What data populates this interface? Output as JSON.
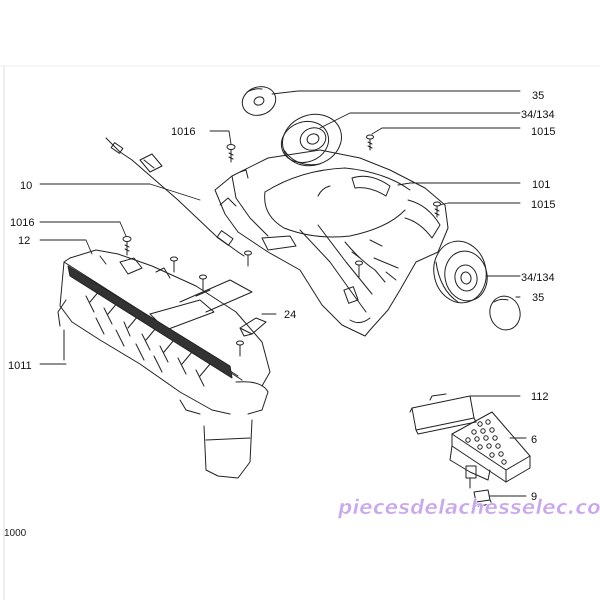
{
  "diagram": {
    "labels": {
      "p35_top": "35",
      "p34_134_top": "34/134",
      "p1016_top": "1016",
      "p1015_top": "1015",
      "p10": "10",
      "p101": "101",
      "p1015_mid": "1015",
      "p1016_left": "1016",
      "p12": "12",
      "p34_134_bottom": "34/134",
      "p35_bottom": "35",
      "p24": "24",
      "p1011": "1011",
      "p112": "112",
      "p6": "6",
      "p9": "9"
    },
    "partial_edge_label": "1000",
    "watermark": "piecesdelachesselec.com",
    "colors": {
      "line": "#222222",
      "watermark": "#c9a8ee",
      "background": "#ffffff"
    }
  }
}
